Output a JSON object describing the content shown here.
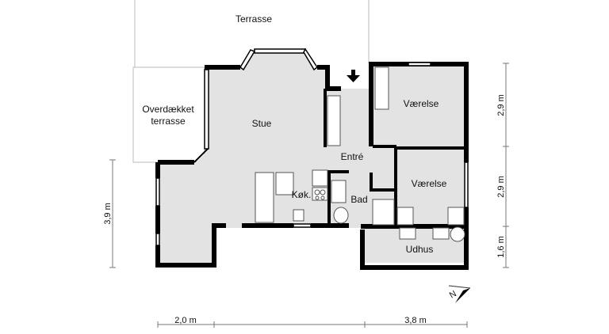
{
  "rooms": {
    "terrasse": "Terrasse",
    "overdaekket_line1": "Overdækket",
    "overdaekket_line2": "terrasse",
    "stue": "Stue",
    "entre": "Entré",
    "vaerelse1": "Værelse",
    "vaerelse2": "Værelse",
    "kokken": "Køk.",
    "bad": "Bad",
    "udhus": "Udhus"
  },
  "dimensions": {
    "right_top": "2,9 m",
    "right_middle": "2,9 m",
    "right_bottom": "1,6 m",
    "left": "3,9 m",
    "bottom_left": "2,0 m",
    "bottom_right": "3,8 m"
  },
  "compass": {
    "label": "N",
    "icon": "north-arrow-icon"
  },
  "entrance": {
    "icon": "entrance-arrow-icon"
  },
  "colors": {
    "floor": "#e3e3e3",
    "wall": "#000000",
    "background": "#ffffff"
  }
}
